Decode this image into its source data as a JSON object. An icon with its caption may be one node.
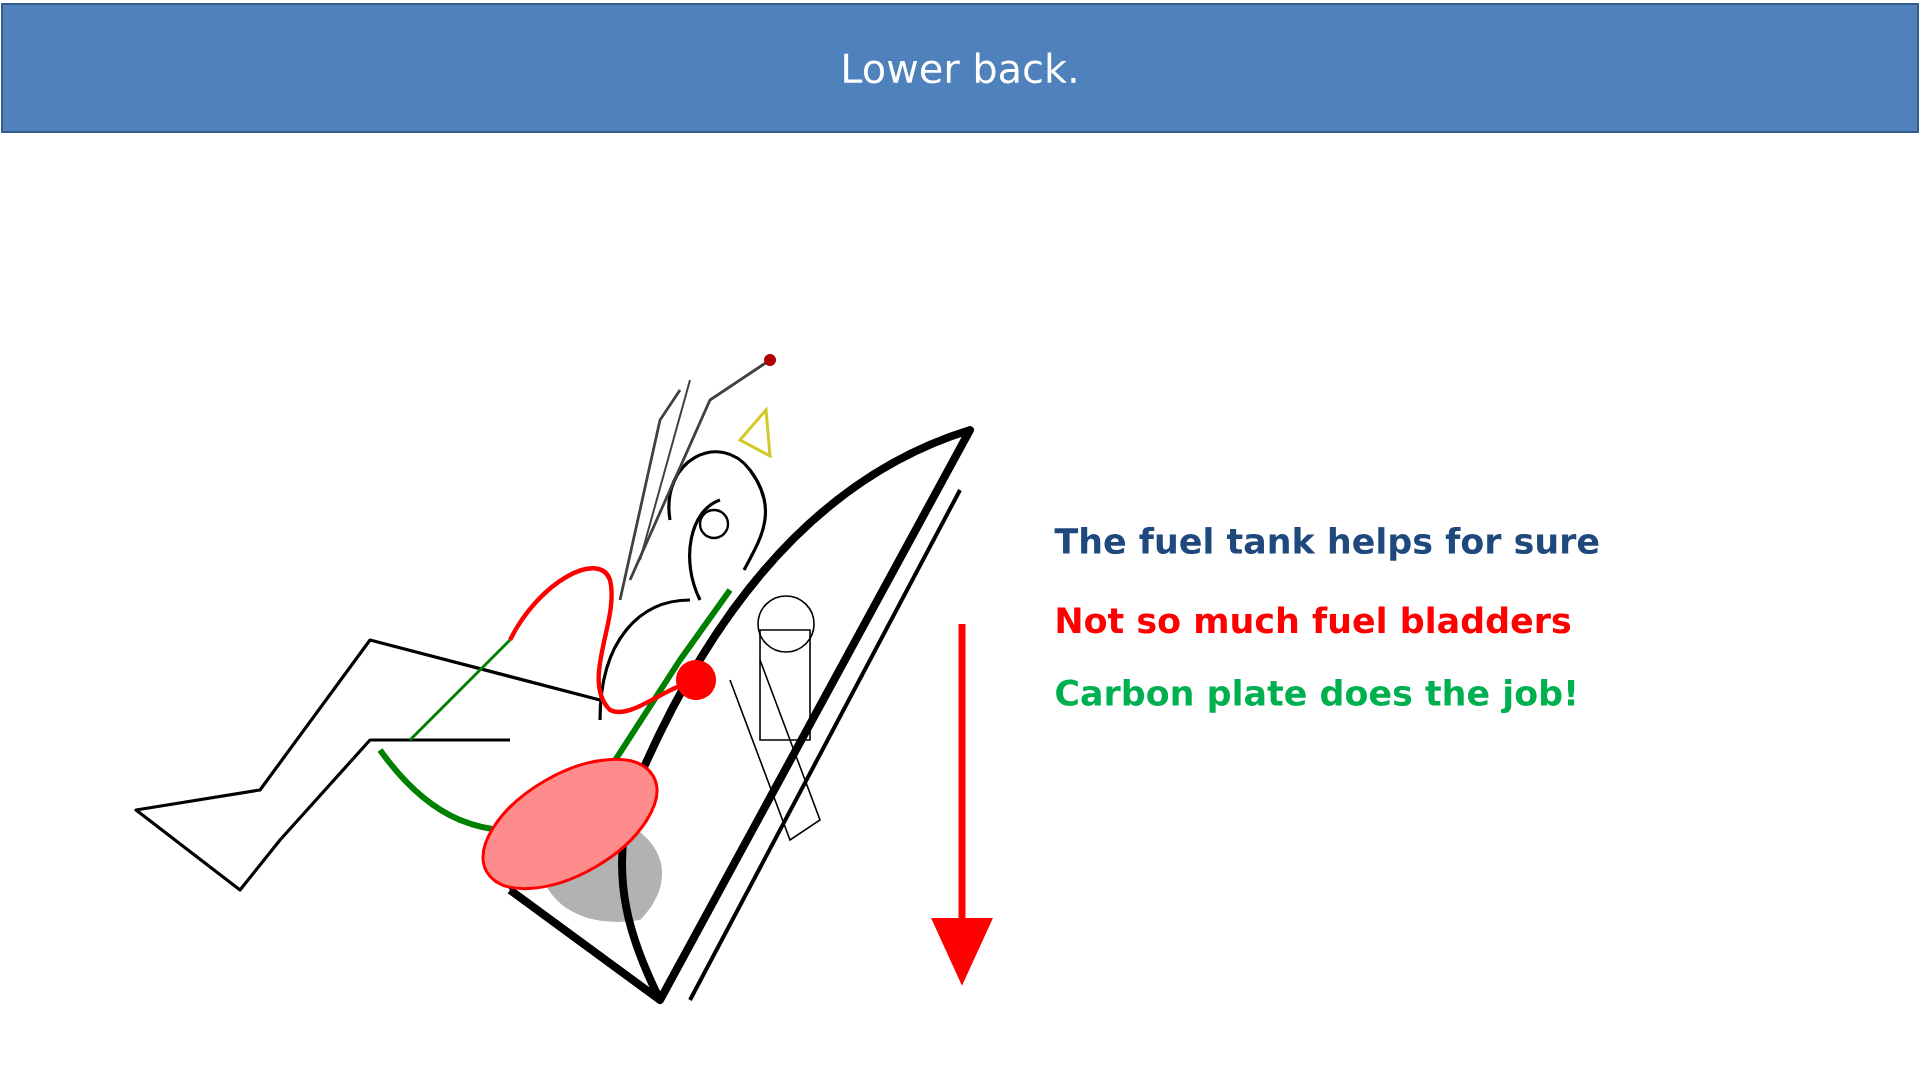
{
  "diagram": {
    "title": "Lower back.",
    "labels": [
      "The fuel tank helps for sure",
      "Not so much fuel bladders",
      "Carbon plate does the job!"
    ]
  }
}
